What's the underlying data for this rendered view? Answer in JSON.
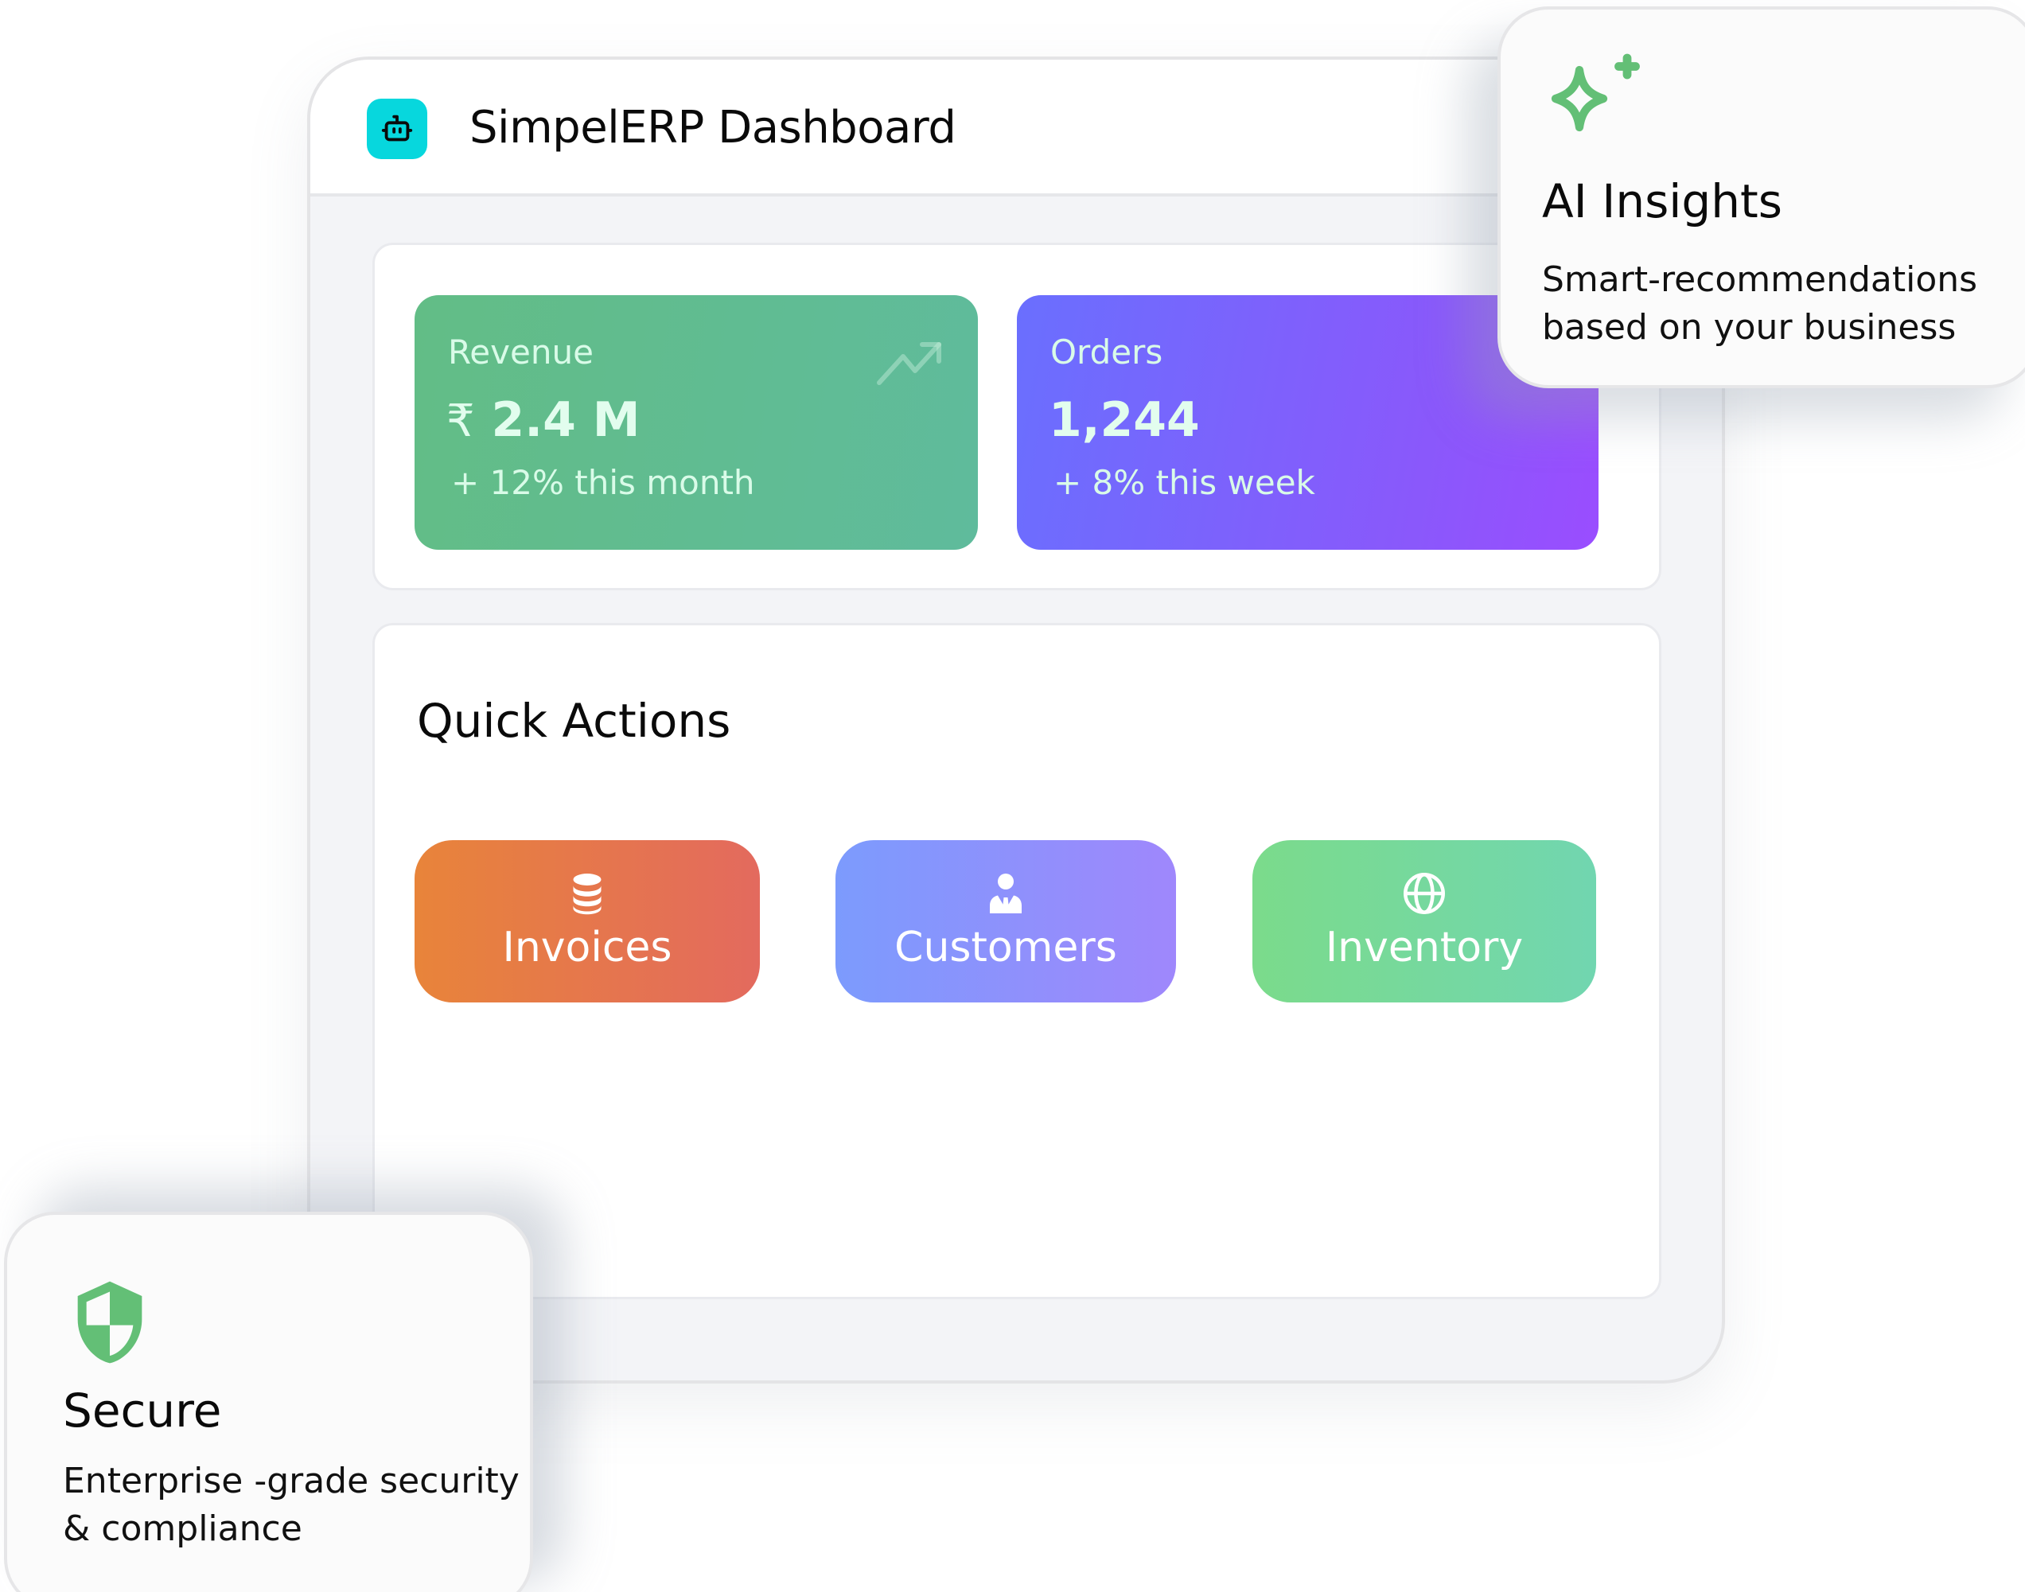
{
  "app": {
    "title": "SimpelERP Dashboard",
    "logo_icon": "robot-icon",
    "logo_color": "#07d7dd"
  },
  "stats": [
    {
      "label": "Revenue",
      "currency_symbol": "₹",
      "value": "2.4 M",
      "change": "+ 12% this month",
      "icon": "trending-up-icon",
      "colors": [
        "#62bd86",
        "#5fbb9c"
      ]
    },
    {
      "label": "Orders",
      "value": "1,244",
      "change": "+ 8% this week",
      "colors": [
        "#6a6ffe",
        "#9a4dff"
      ]
    }
  ],
  "quick_actions": {
    "title": "Quick Actions",
    "buttons": [
      {
        "label": "Invoices",
        "icon": "database-icon",
        "colors": [
          "#e8843a",
          "#e36a5e"
        ]
      },
      {
        "label": "Customers",
        "icon": "user-tie-icon",
        "colors": [
          "#7c9bfd",
          "#9f87fc"
        ]
      },
      {
        "label": "Inventory",
        "icon": "globe-icon",
        "colors": [
          "#7bdb8b",
          "#71d6b0"
        ]
      }
    ]
  },
  "features": {
    "ai_insights": {
      "icon": "sparkle-icon",
      "title": "AI Insights",
      "description": "Smart-recommendations based on your business",
      "accent": "#63bf76"
    },
    "secure": {
      "icon": "shield-icon",
      "title": "Secure",
      "description": "Enterprise -grade security & compliance",
      "accent": "#63bf76"
    }
  }
}
